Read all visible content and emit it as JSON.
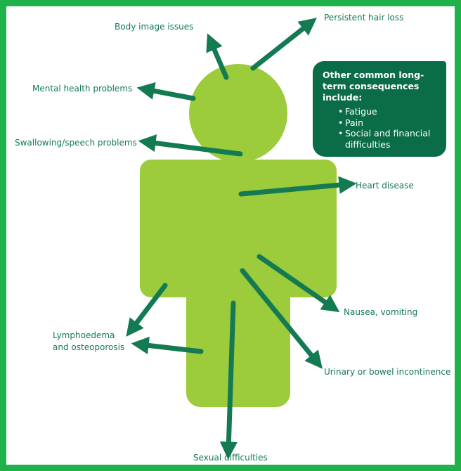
{
  "colors": {
    "border": "#1fb24a",
    "figure": "#9ccb3b",
    "arrow": "#137a52",
    "box": "#0b6d47",
    "text": "#137a52"
  },
  "labels": {
    "body_image": "Body image issues",
    "hair_loss": "Persistent hair loss",
    "mental_health": "Mental health problems",
    "swallowing": "Swallowing/speech problems",
    "heart": "Heart disease",
    "nausea": "Nausea, vomiting",
    "lymph_line1": "Lymphoedema",
    "lymph_line2": "and osteoporosis",
    "urinary": "Urinary or bowel incontinence",
    "sexual": "Sexual difficulties"
  },
  "info_box": {
    "title": "Other common long-term consequences include:",
    "items": [
      "Fatigue",
      "Pain",
      "Social and financial difficulties"
    ]
  }
}
